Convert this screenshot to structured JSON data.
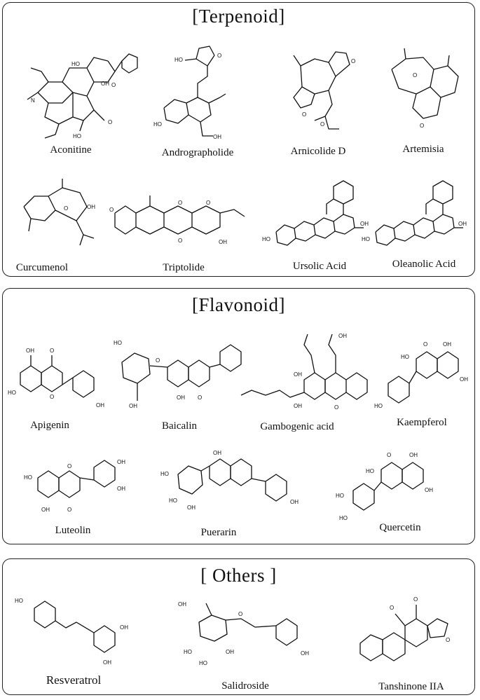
{
  "sections": {
    "terpenoid": {
      "heading": "[Terpenoid]",
      "compounds": [
        {
          "name": "Aconitine"
        },
        {
          "name": "Andrographolide"
        },
        {
          "name": "Arnicolide D"
        },
        {
          "name": "Artemisia"
        },
        {
          "name": "Curcumenol"
        },
        {
          "name": "Triptolide"
        },
        {
          "name": "Ursolic Acid"
        },
        {
          "name": "Oleanolic Acid"
        }
      ]
    },
    "flavonoid": {
      "heading": "[Flavonoid]",
      "compounds": [
        {
          "name": "Apigenin"
        },
        {
          "name": "Baicalin"
        },
        {
          "name": "Gambogenic acid"
        },
        {
          "name": "Kaempferol"
        },
        {
          "name": "Luteolin"
        },
        {
          "name": "Puerarin"
        },
        {
          "name": "Quercetin"
        }
      ]
    },
    "others": {
      "heading": "[ Others ]",
      "compounds": [
        {
          "name": "Resveratrol"
        },
        {
          "name": "Salidroside"
        },
        {
          "name": "Tanshinone IIA"
        }
      ]
    }
  },
  "atom_labels": {
    "oh": "OH",
    "ho": "HO",
    "o": "O",
    "n": "N"
  }
}
